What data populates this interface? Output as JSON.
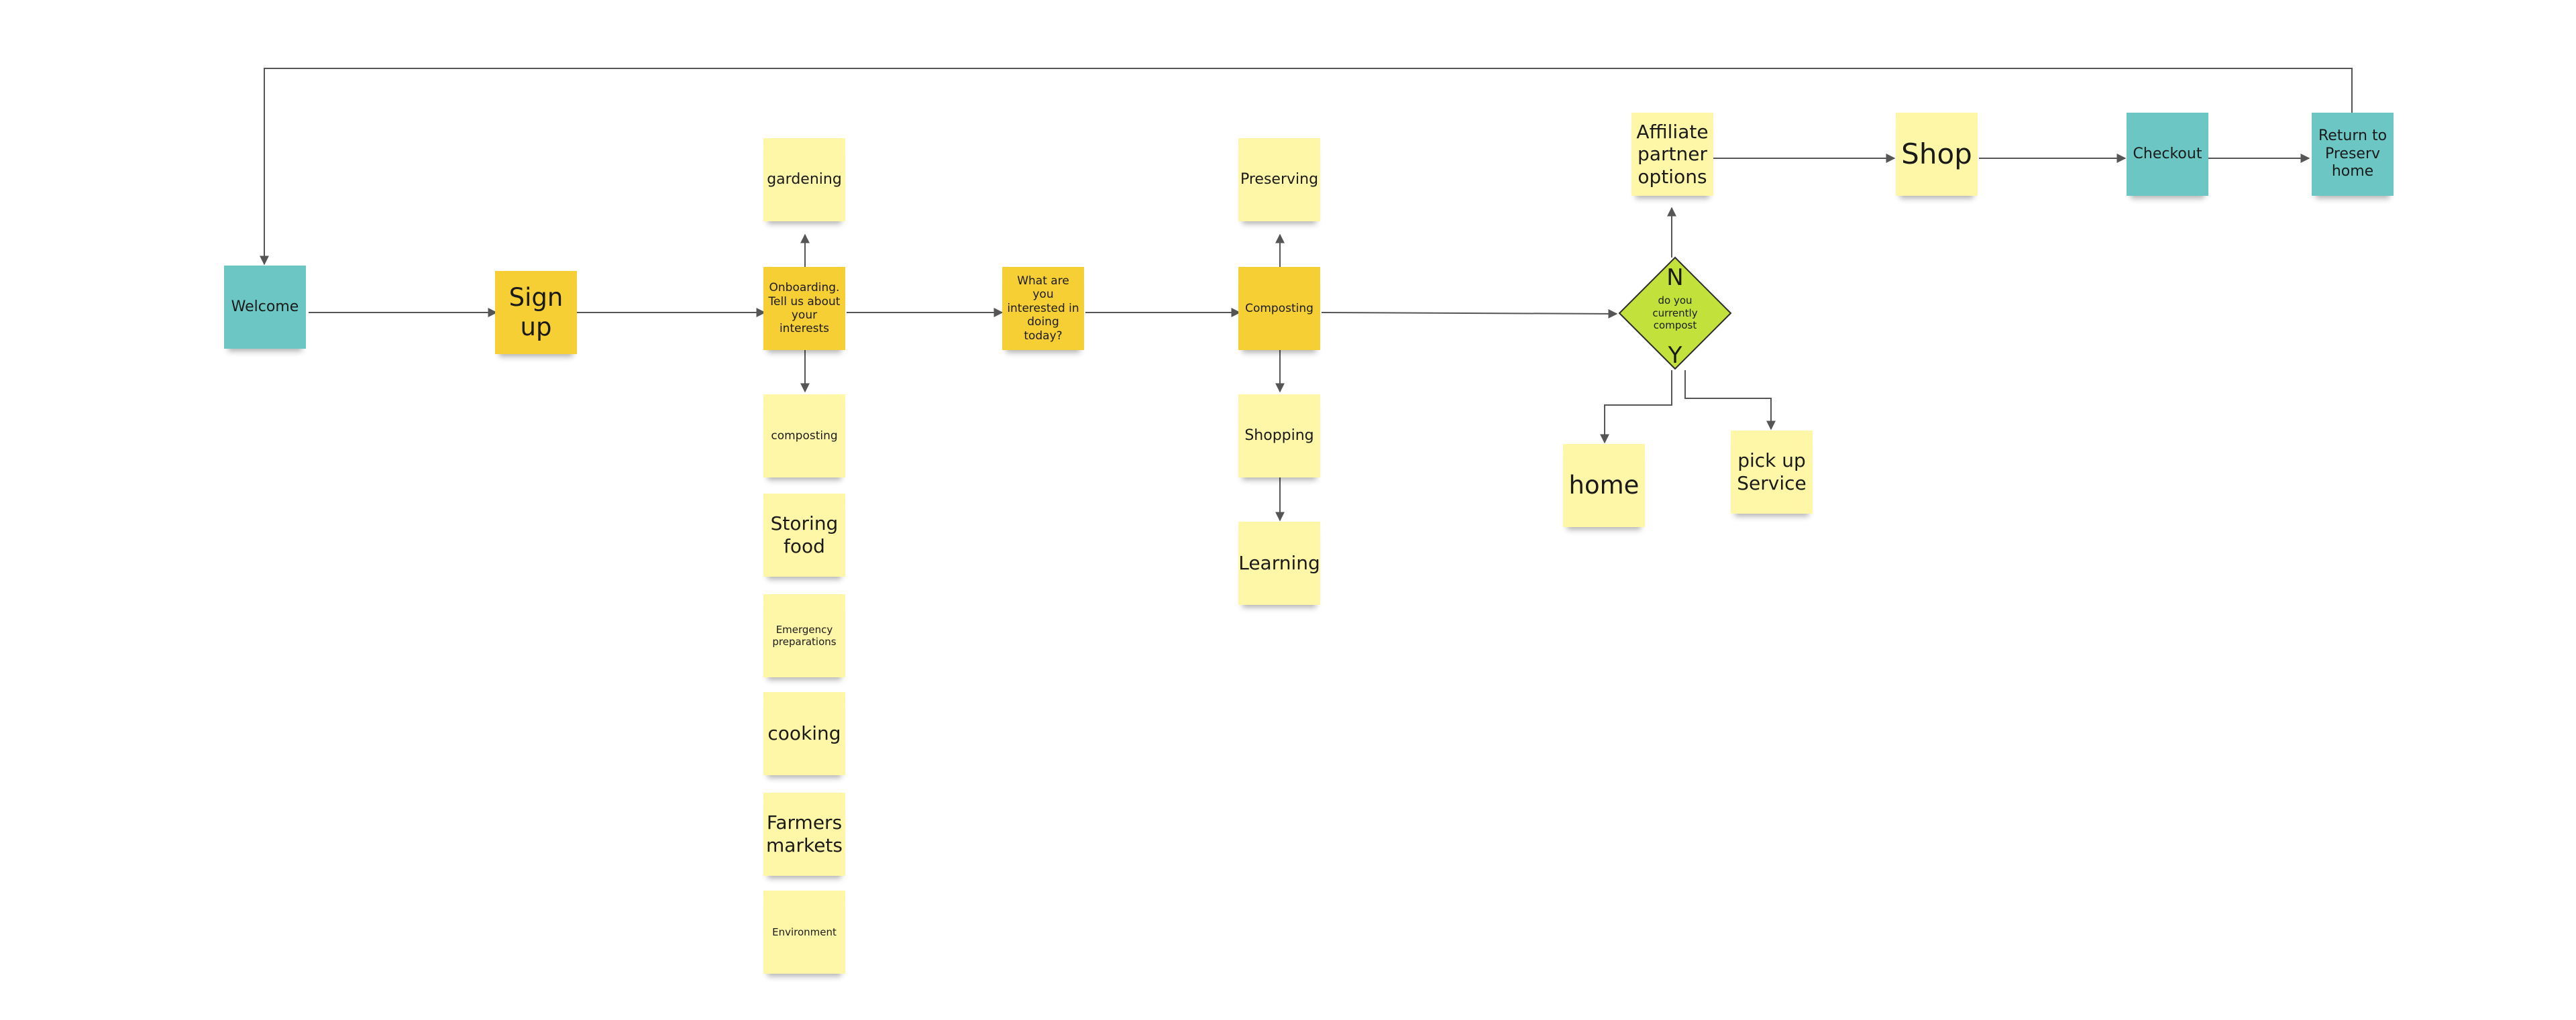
{
  "diagram": {
    "nodes": {
      "welcome": "Welcome",
      "signup": "Sign up",
      "onboarding": "Onboarding. Tell us about your interests",
      "gardening": "gardening",
      "composting_interest": "composting",
      "storing_food": "Storing food",
      "emergency": "Emergency preparations",
      "cooking": "cooking",
      "farmers_markets": "Farmers markets",
      "environment": "Environment",
      "what_doing": "What are you interested in doing today?",
      "composting_main": "Composting",
      "preserving": "Preserving",
      "shopping": "Shopping",
      "learning": "Learning",
      "decision": "do you currently compost",
      "branch_no": "N",
      "branch_yes": "Y",
      "affiliate": "Affiliate partner options",
      "shop": "Shop",
      "checkout": "Checkout",
      "return_home": "Return to Preserv home",
      "home": "home",
      "pickup": "pick up Service"
    }
  },
  "colors": {
    "pale_sticky": "#fff7a8",
    "gold_sticky": "#f5cf33",
    "teal_sticky": "#6cc7c4",
    "decision_fill": "#c3e13b",
    "connector": "#555555"
  }
}
